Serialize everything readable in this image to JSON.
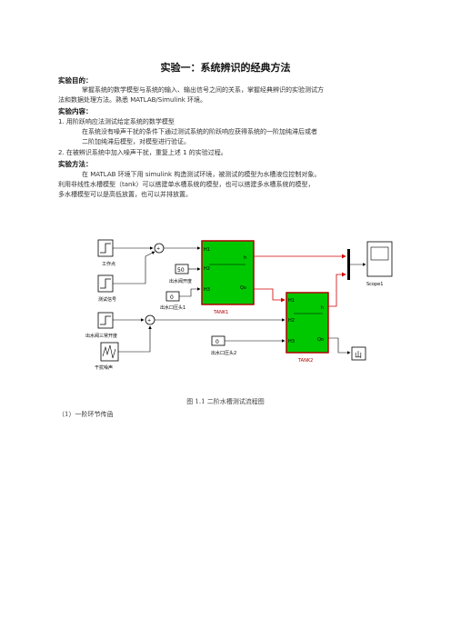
{
  "document": {
    "title": "实验一：系统辨识的经典方法",
    "purpose_heading": "实验目的：",
    "purpose_lines": [
      "掌握系统的数学模型与系统的输入、输出信号之间的关系，掌握经典辨识的实验测试方",
      "法和数据处理方法。熟悉 MATLAB/Simulink 环境。"
    ],
    "content_heading": "实验内容：",
    "content_items": [
      "1.   用阶跃响应法测试给定系统的数学模型",
      "在系统没有噪声干扰的条件下通过测试系统的阶跃响应获得系统的一阶加纯滞后或者",
      "二阶加纯滞后模型，对模型进行验证。",
      "2.   在被辨识系统中加入噪声干扰，重复上述 1 的实验过程。"
    ],
    "method_heading": "实验方法：",
    "method_lines": [
      "在 MATLAB 环境下用 simulink 构造测试环境，被测试的模型为水槽液位控制对象。",
      "利用非线性水槽模型（tank）可以搭建单水槽系统的模型，也可以搭建多水槽系统的模型，",
      "多水槽模型可以是高低放置，也可以并排放置。"
    ],
    "figure_caption": "图 1.1  二阶水槽测试流程图",
    "footer_text": "（1）一阶环节传函"
  },
  "diagram": {
    "blocks": {
      "step1_label": "工作点",
      "step2_label": "测试信号",
      "const_valve_value": "50",
      "const_valve_label": "出水阀开度",
      "const_out1_value": "0",
      "const_out1_label": "出水口压头1",
      "const_inlet_label": "出水阀三常开度",
      "noise_label": "干扰噪声",
      "const_out2_value": "0",
      "const_out2_label": "出水口压头2",
      "tank1_label": "TANK1",
      "tank2_label": "TANK2",
      "scope_label": "Scope1",
      "tank_ports": [
        "H1",
        "H2",
        "H3"
      ],
      "tank_out": "Qo",
      "tank_h": "h"
    },
    "colors": {
      "tank_fill": "#00c800",
      "tank_border": "#b00000",
      "signal_red": "#d00000",
      "block_border": "#000000"
    }
  }
}
